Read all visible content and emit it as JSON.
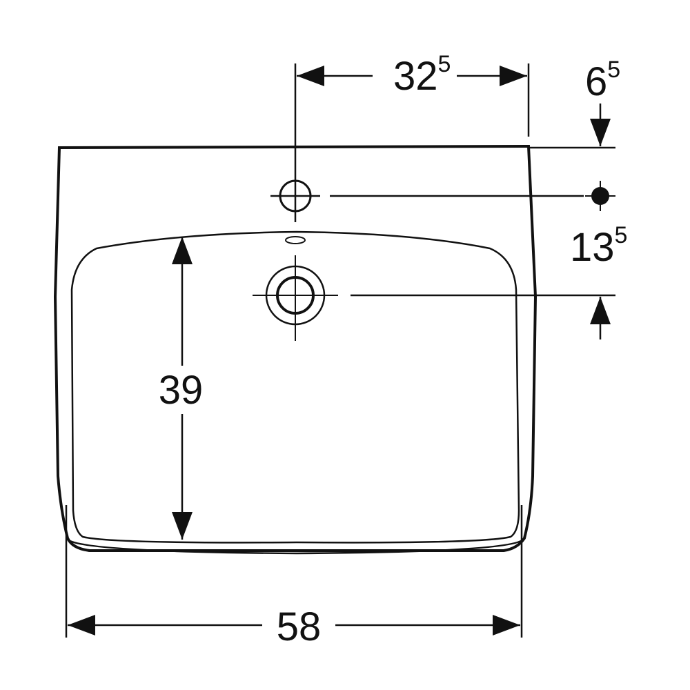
{
  "colors": {
    "line": "#111111",
    "background": "#ffffff"
  },
  "dimensions": {
    "width": {
      "main": "58"
    },
    "depth": {
      "main": "39"
    },
    "tap_hole_offset": {
      "main": "32",
      "sup": "5"
    },
    "top_offset": {
      "main": "6",
      "sup": "5"
    },
    "hole_spacing": {
      "main": "13",
      "sup": "5"
    }
  },
  "icons": {
    "tap_hole": "tap-hole-icon",
    "drain": "drain-icon",
    "overflow": "overflow-icon",
    "reference_dot": "reference-dot-icon"
  }
}
